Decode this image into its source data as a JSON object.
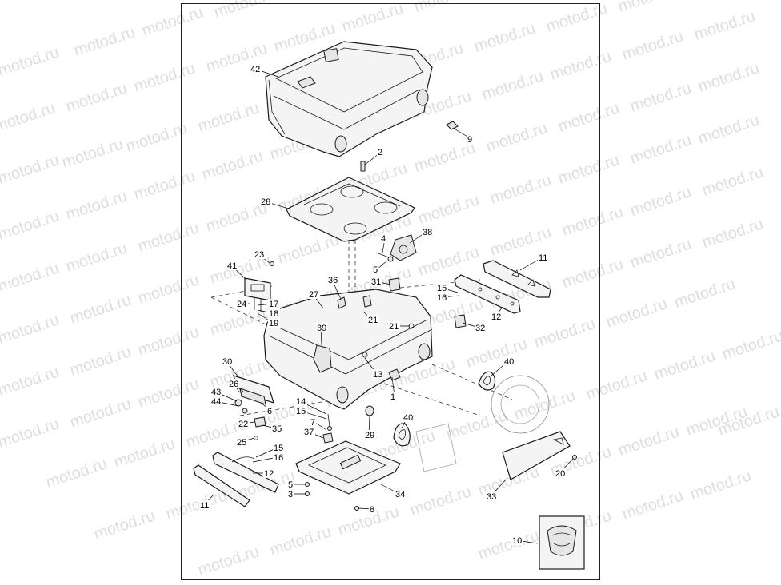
{
  "watermark": "motod.ru",
  "callouts": [
    {
      "id": "c42",
      "text": "42"
    },
    {
      "id": "c2",
      "text": "2"
    },
    {
      "id": "c9",
      "text": "9"
    },
    {
      "id": "c28",
      "text": "28"
    },
    {
      "id": "c4",
      "text": "4"
    },
    {
      "id": "c38",
      "text": "38"
    },
    {
      "id": "c23",
      "text": "23"
    },
    {
      "id": "c5a",
      "text": "5"
    },
    {
      "id": "c11a",
      "text": "11"
    },
    {
      "id": "c41",
      "text": "41"
    },
    {
      "id": "c36",
      "text": "36"
    },
    {
      "id": "c31",
      "text": "31"
    },
    {
      "id": "c15a",
      "text": "15"
    },
    {
      "id": "c16a",
      "text": "16"
    },
    {
      "id": "c27",
      "text": "27"
    },
    {
      "id": "c24",
      "text": "24"
    },
    {
      "id": "c17",
      "text": "17"
    },
    {
      "id": "c18",
      "text": "18"
    },
    {
      "id": "c19",
      "text": "19"
    },
    {
      "id": "c12a",
      "text": "12"
    },
    {
      "id": "c21a",
      "text": "21"
    },
    {
      "id": "c21b",
      "text": "21"
    },
    {
      "id": "c32",
      "text": "32"
    },
    {
      "id": "c39",
      "text": "39"
    },
    {
      "id": "c40a",
      "text": "40"
    },
    {
      "id": "c30",
      "text": "30"
    },
    {
      "id": "c13",
      "text": "13"
    },
    {
      "id": "c26",
      "text": "26"
    },
    {
      "id": "c1",
      "text": "1"
    },
    {
      "id": "c43",
      "text": "43"
    },
    {
      "id": "c44",
      "text": "44"
    },
    {
      "id": "c6",
      "text": "6"
    },
    {
      "id": "c14",
      "text": "14"
    },
    {
      "id": "c15b",
      "text": "15"
    },
    {
      "id": "c22",
      "text": "22"
    },
    {
      "id": "c35",
      "text": "35"
    },
    {
      "id": "c40b",
      "text": "40"
    },
    {
      "id": "c7",
      "text": "7"
    },
    {
      "id": "c37",
      "text": "37"
    },
    {
      "id": "c29",
      "text": "29"
    },
    {
      "id": "c25",
      "text": "25"
    },
    {
      "id": "c15c",
      "text": "15"
    },
    {
      "id": "c16b",
      "text": "16"
    },
    {
      "id": "c12b",
      "text": "12"
    },
    {
      "id": "c5b",
      "text": "5"
    },
    {
      "id": "c3",
      "text": "3"
    },
    {
      "id": "c34",
      "text": "34"
    },
    {
      "id": "c20",
      "text": "20"
    },
    {
      "id": "c33",
      "text": "33"
    },
    {
      "id": "c11b",
      "text": "11"
    },
    {
      "id": "c8",
      "text": "8"
    },
    {
      "id": "c10",
      "text": "10"
    }
  ]
}
